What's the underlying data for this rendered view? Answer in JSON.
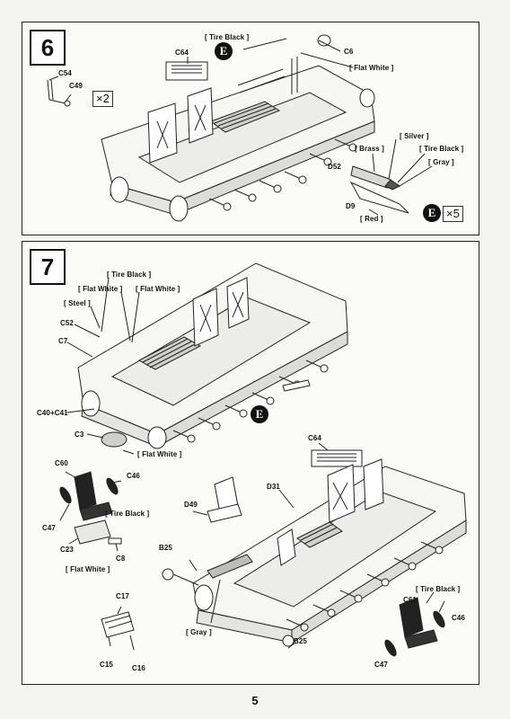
{
  "page_number": "5",
  "step6": {
    "number": "6",
    "parts": {
      "c54": "C54",
      "c49": "C49",
      "c64": "C64",
      "c6": "C6",
      "d52": "D52",
      "d9": "D9"
    },
    "colors": {
      "tire_black_1": "[ Tire Black ]",
      "flat_white": "[ Flat White ]",
      "silver": "[ Silver ]",
      "brass": "[ Brass ]",
      "tire_black_2": "[ Tire Black ]",
      "gray": "[ Gray ]",
      "red": "[ Red ]"
    },
    "qty_c54": "×2",
    "qty_e": "×5",
    "subassembly_e": "E"
  },
  "step7": {
    "number": "7",
    "parts": {
      "c52": "C52",
      "c7": "C7",
      "c40_c41": "C40+C41",
      "c3": "C3",
      "c60": "C60",
      "c46a": "C46",
      "c47a": "C47",
      "c23": "C23",
      "c8": "C8",
      "c64": "C64",
      "d31": "D31",
      "d49": "D49",
      "b25a": "B25",
      "b25b": "B25",
      "c17": "C17",
      "c15": "C15",
      "c16": "C16",
      "c61": "C61",
      "c46b": "C46",
      "c47b": "C47"
    },
    "colors": {
      "tire_black_top": "[ Tire Black ]",
      "flat_white_l": "[ Flat White ]",
      "flat_white_r": "[ Flat White ]",
      "steel": "[ Steel ]",
      "flat_white_c3": "[ Flat White ]",
      "tire_black_seat": "[ Tire Black ]",
      "flat_white_c23": "[ Flat White ]",
      "gray": "[ Gray ]",
      "tire_black_c61": "[ Tire Black ]"
    },
    "subassembly_e": "E"
  }
}
